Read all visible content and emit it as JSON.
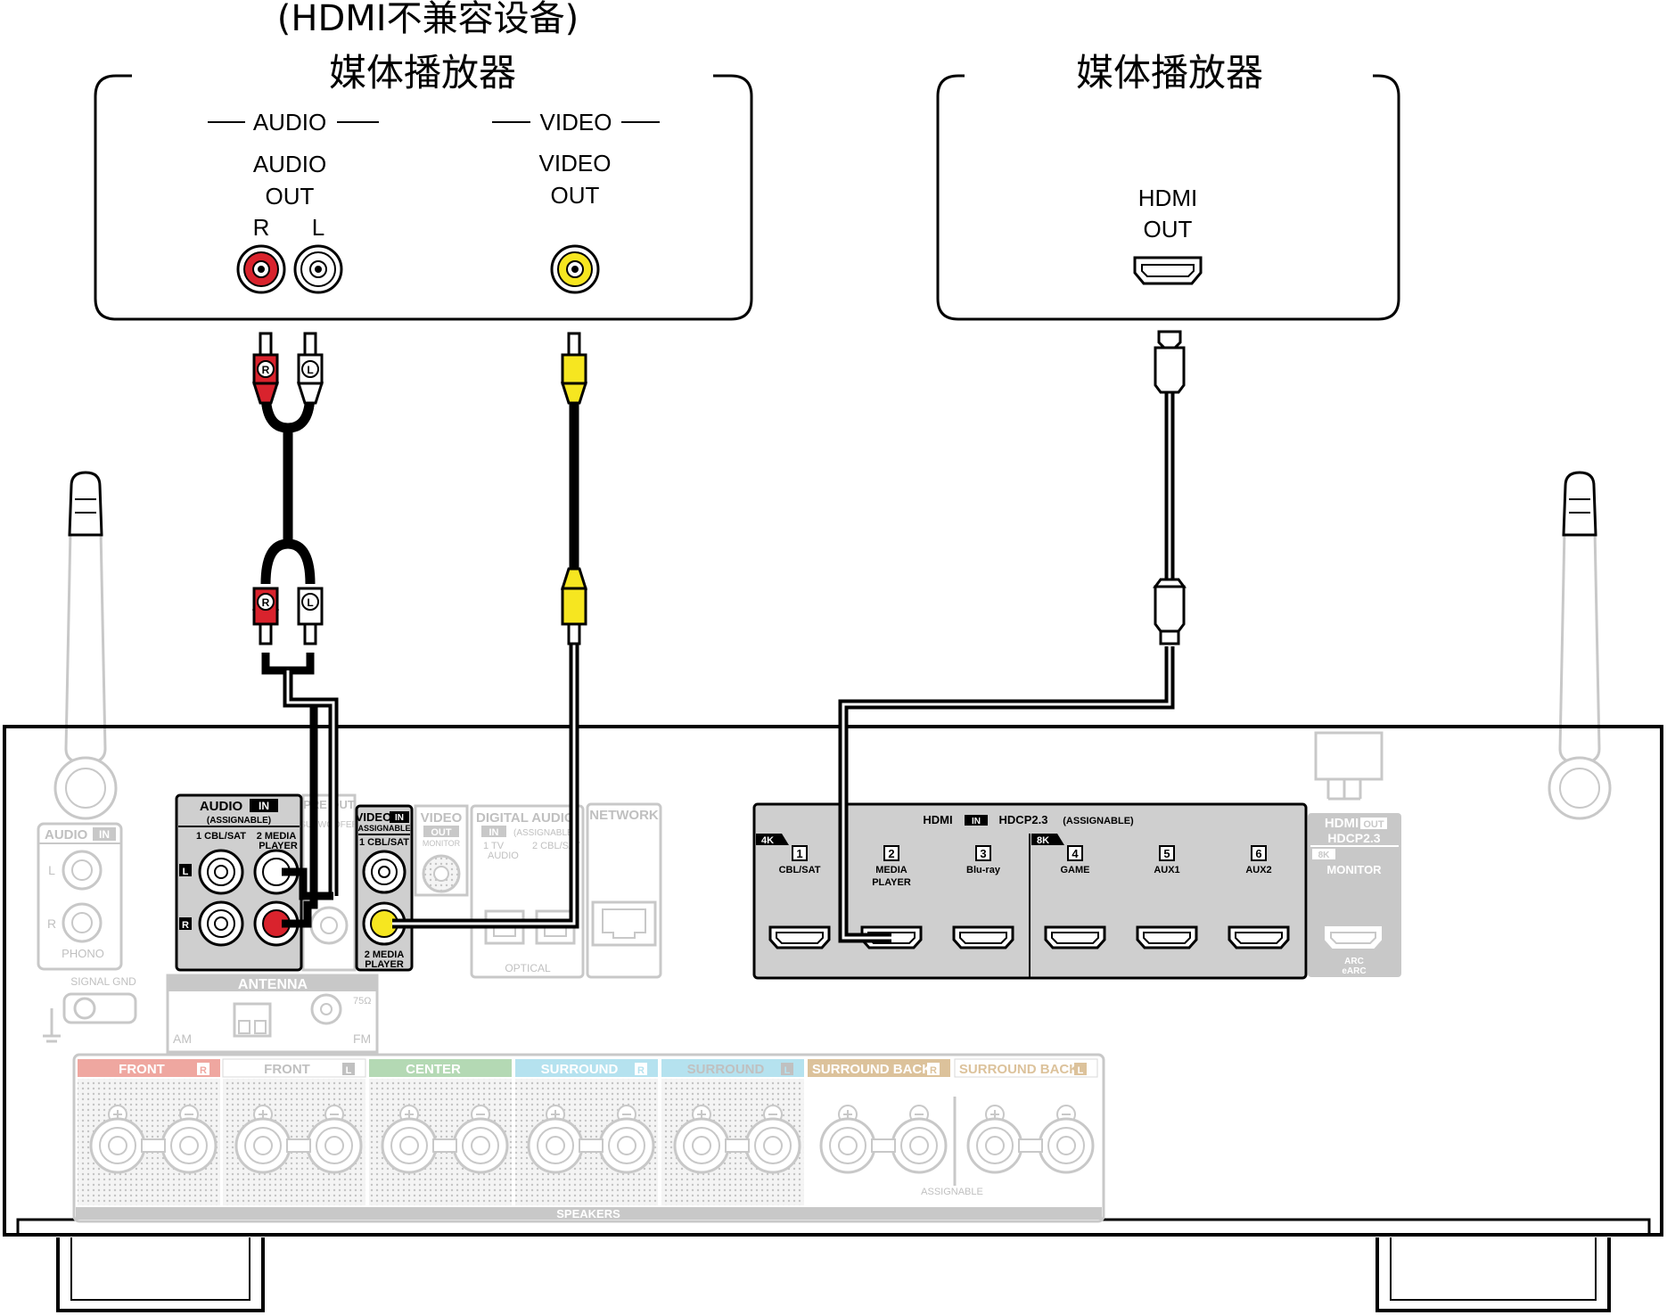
{
  "device_left": {
    "note": "(HDMI不兼容设备)",
    "title": "媒体播放器",
    "audio_group": "AUDIO",
    "video_group": "VIDEO",
    "audio_out_1": "AUDIO",
    "audio_out_2": "OUT",
    "r_label": "R",
    "l_label": "L",
    "video_out_1": "VIDEO",
    "video_out_2": "OUT"
  },
  "device_right": {
    "title": "媒体播放器",
    "hdmi_out_1": "HDMI",
    "hdmi_out_2": "OUT"
  },
  "plugs": {
    "r": "R",
    "l": "L"
  },
  "receiver": {
    "audio_in": {
      "title": "AUDIO",
      "badge": "IN",
      "sub": "(ASSIGNABLE)",
      "col1": "1 CBL/SAT",
      "col2a": "2 MEDIA",
      "col2b": "PLAYER",
      "l": "L",
      "r": "R"
    },
    "preout": {
      "t1": "PRE OUT",
      "t2": "SUBWOOFER"
    },
    "video_in": {
      "title": "VIDEO",
      "badge": "IN",
      "sub": "(ASSIGNABLE)",
      "top": "1 CBL/SAT",
      "bot1": "2 MEDIA",
      "bot2": "PLAYER"
    },
    "video_out": {
      "title": "VIDEO",
      "badge": "OUT",
      "sub": "MONITOR"
    },
    "digital": {
      "title": "DIGITAL AUDIO",
      "badge": "IN",
      "sub": "(ASSIGNABLE)",
      "p1a": "1  TV",
      "p1b": "AUDIO",
      "p2": "2 CBL/SAT",
      "foot": "OPTICAL"
    },
    "network": {
      "title": "NETWORK"
    },
    "audio_in_left": {
      "title": "AUDIO",
      "badge": "IN",
      "l": "L",
      "r": "R",
      "foot": "PHONO"
    },
    "signal_gnd": "SIGNAL GND",
    "antenna": {
      "title": "ANTENNA",
      "am": "AM",
      "fm": "FM",
      "ohm": "75Ω"
    },
    "hdmi_in": {
      "title": "HDMI",
      "badge": "IN",
      "hdcp": "HDCP2.3",
      "assign": "(ASSIGNABLE)",
      "tag4k": "4K",
      "tag8k": "8K",
      "ports": [
        {
          "num": "1",
          "l1": "CBL/SAT",
          "l2": ""
        },
        {
          "num": "2",
          "l1": "MEDIA",
          "l2": "PLAYER"
        },
        {
          "num": "3",
          "l1": "Blu-ray",
          "l2": ""
        },
        {
          "num": "4",
          "l1": "GAME",
          "l2": ""
        },
        {
          "num": "5",
          "l1": "AUX1",
          "l2": ""
        },
        {
          "num": "6",
          "l1": "AUX2",
          "l2": ""
        }
      ]
    },
    "hdmi_out": {
      "title": "HDMI",
      "badge": "OUT",
      "hdcp": "HDCP2.3",
      "tag": "8K",
      "monitor": "MONITOR",
      "arc1": "ARC",
      "arc2": "eARC"
    },
    "speakers": {
      "groups": [
        {
          "label": "FRONT",
          "ch": "R"
        },
        {
          "label": "FRONT",
          "ch": "L"
        },
        {
          "label": "CENTER",
          "ch": ""
        },
        {
          "label": "SURROUND",
          "ch": "R"
        },
        {
          "label": "SURROUND",
          "ch": "L"
        },
        {
          "label": "SURROUND BACK",
          "ch": "R"
        },
        {
          "label": "SURROUND BACK",
          "ch": "L"
        }
      ],
      "assignable": "ASSIGNABLE",
      "foot": "SPEAKERS"
    }
  },
  "colors": {
    "red": "#d9232d",
    "white": "#ffffff",
    "yellow": "#f6e620",
    "faint": "#c8c8c8",
    "panel": "#cfcfcf",
    "front_r": "#efa7a0",
    "center": "#b4d9b4",
    "surround": "#b5e2ef",
    "sback": "#dcc29b"
  }
}
